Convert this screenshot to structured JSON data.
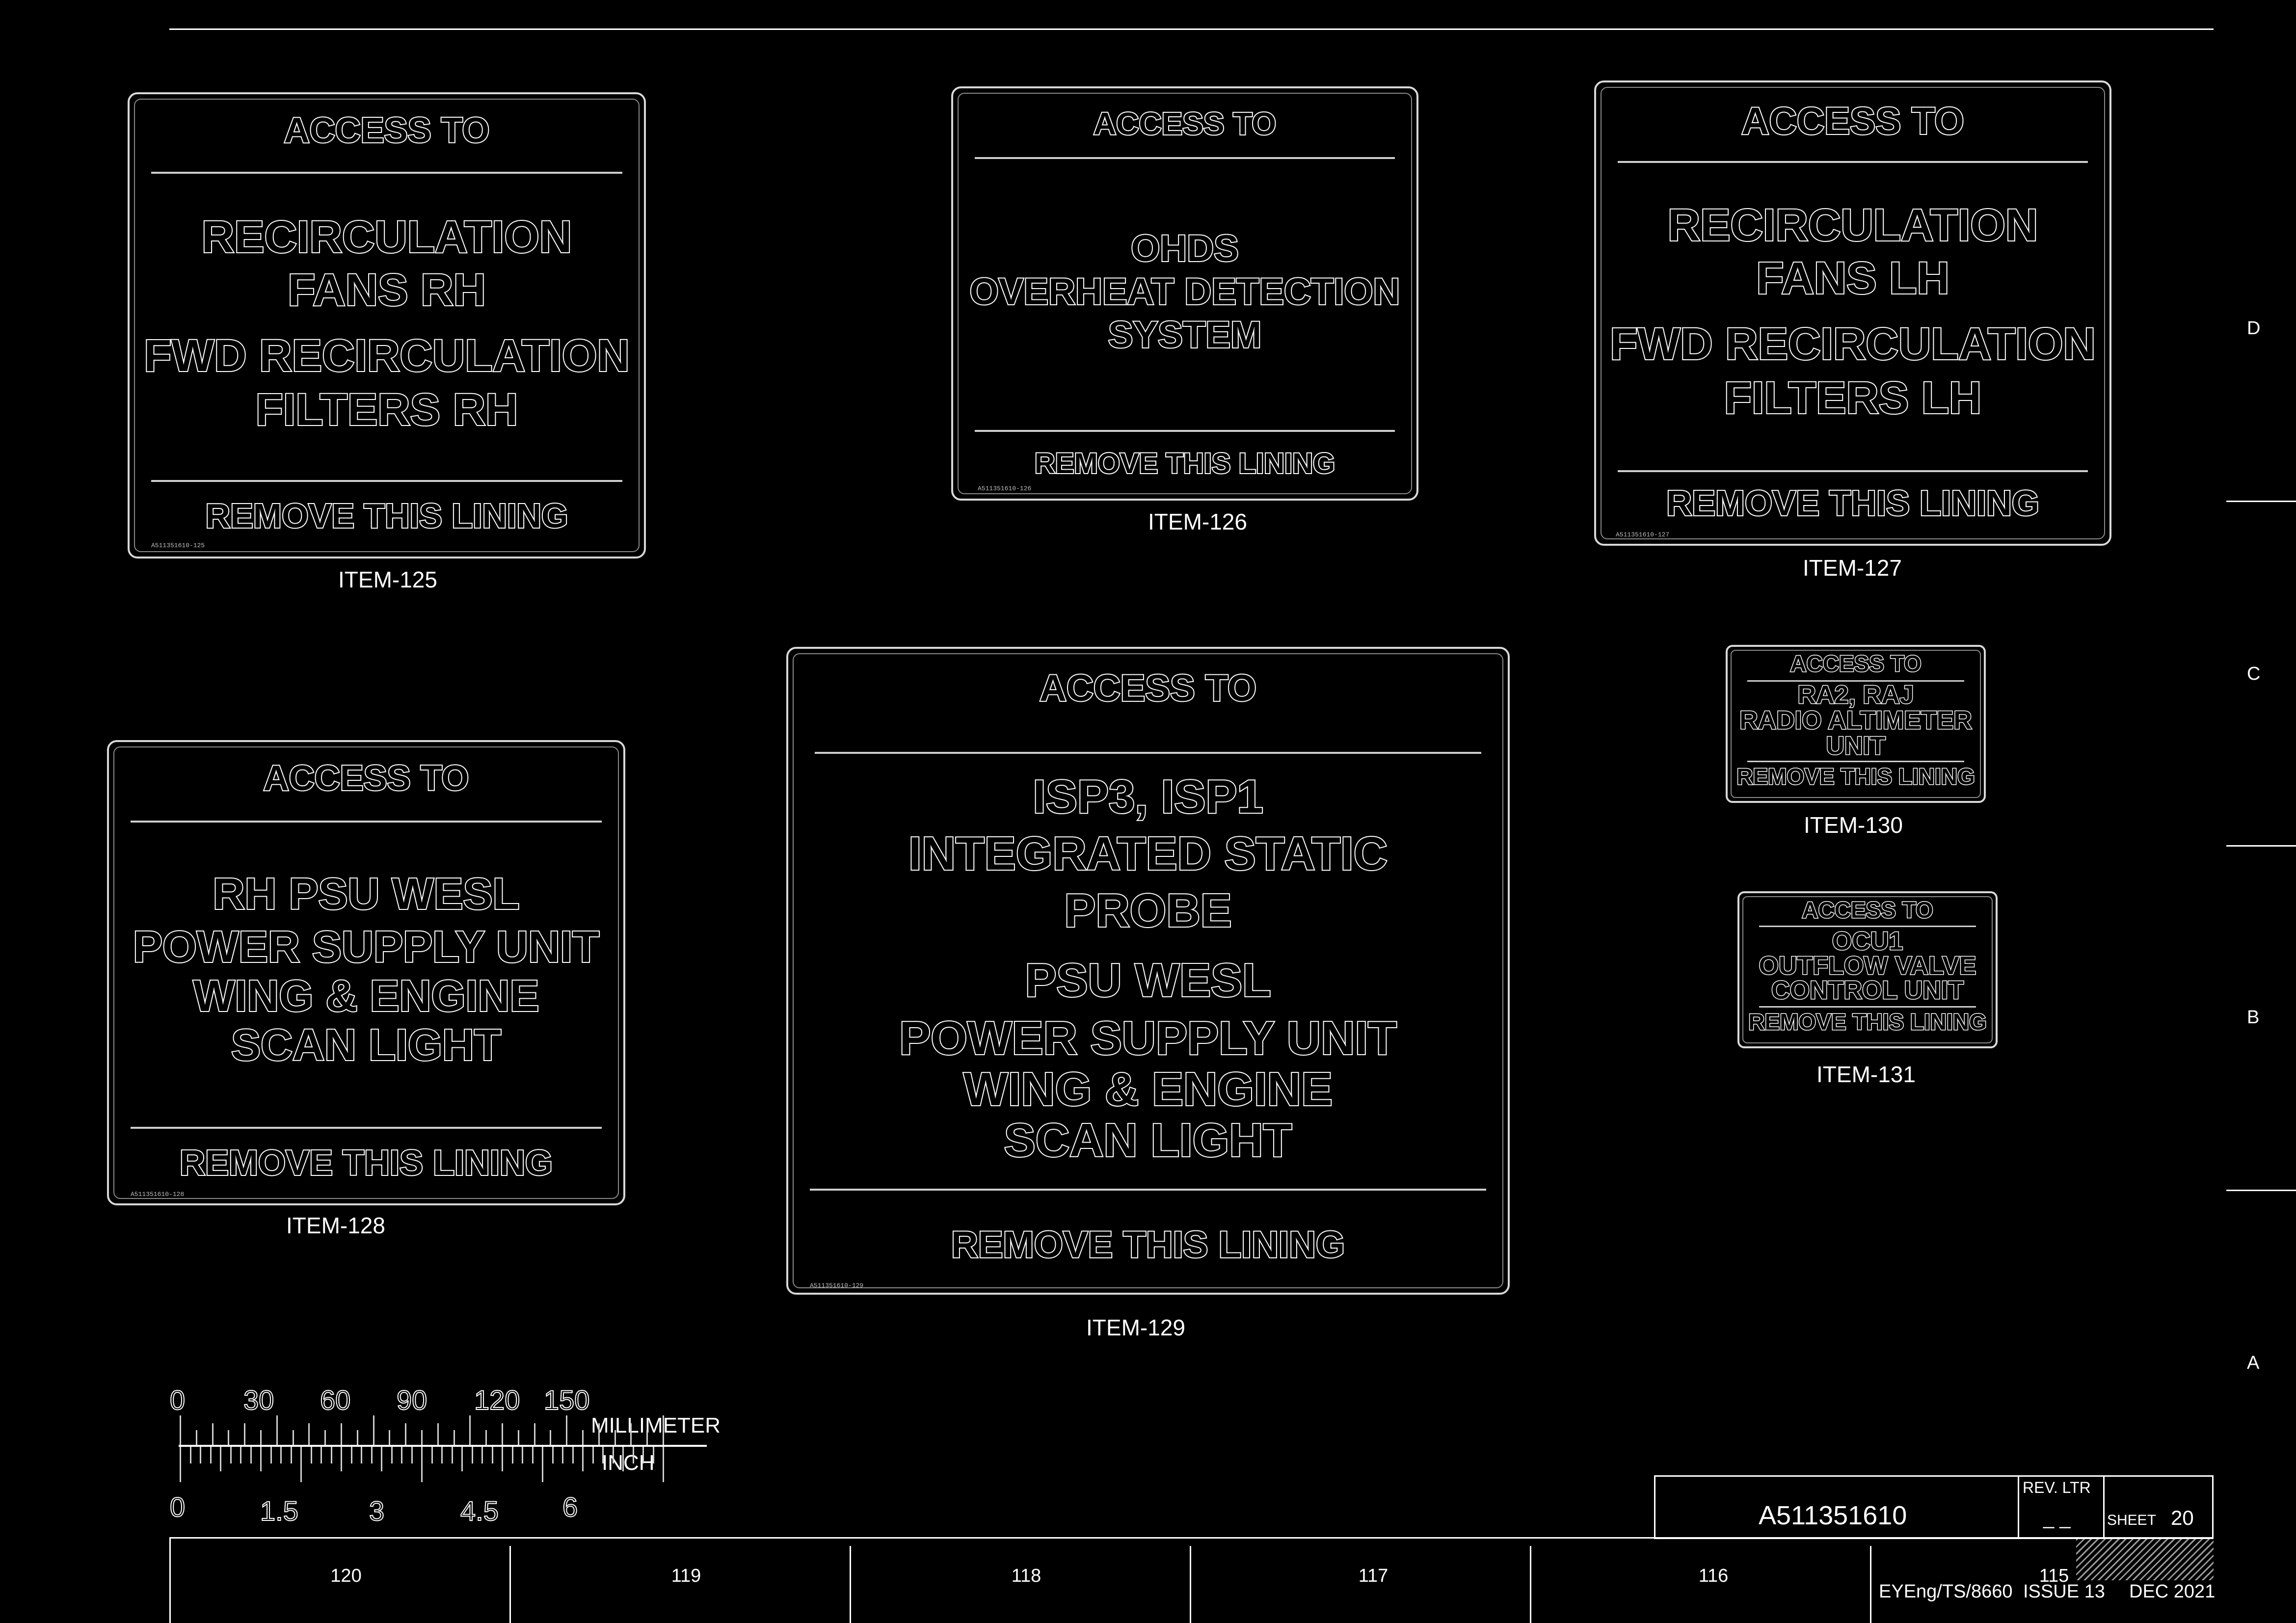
{
  "placards": {
    "item125": {
      "header": "ACCESS TO",
      "lines": [
        "RECIRCULATION",
        "FANS RH",
        "FWD RECIRCULATION",
        "FILTERS RH"
      ],
      "footer": "REMOVE THIS LINING",
      "label": "ITEM-125"
    },
    "item126": {
      "header": "ACCESS TO",
      "lines": [
        "OHDS",
        "OVERHEAT DETECTION",
        "SYSTEM"
      ],
      "footer": "REMOVE THIS LINING",
      "label": "ITEM-126"
    },
    "item127": {
      "header": "ACCESS TO",
      "lines": [
        "RECIRCULATION",
        "FANS LH",
        "FWD RECIRCULATION",
        "FILTERS LH"
      ],
      "footer": "REMOVE THIS LINING",
      "label": "ITEM-127"
    },
    "item128": {
      "header": "ACCESS TO",
      "lines": [
        "RH PSU WESL",
        "POWER SUPPLY UNIT",
        "WING & ENGINE",
        "SCAN LIGHT"
      ],
      "footer": "REMOVE THIS LINING",
      "label": "ITEM-128"
    },
    "item129": {
      "header": "ACCESS TO",
      "lines": [
        "ISP3, ISP1",
        "INTEGRATED STATIC",
        "PROBE",
        "PSU WESL",
        "POWER SUPPLY UNIT",
        "WING & ENGINE",
        "SCAN LIGHT"
      ],
      "footer": "REMOVE THIS LINING",
      "label": "ITEM-129"
    },
    "item130": {
      "header": "ACCESS TO",
      "lines": [
        "RA2, RAJ",
        "RADIO ALTIMETER",
        "UNIT"
      ],
      "footer": "REMOVE THIS LINING",
      "label": "ITEM-130"
    },
    "item131": {
      "header": "ACCESS TO",
      "lines": [
        "OCU1",
        "OUTFLOW VALVE",
        "CONTROL UNIT"
      ],
      "footer": "REMOVE THIS LINING",
      "label": "ITEM-131"
    }
  },
  "scale": {
    "mm_labels": [
      "0",
      "30",
      "60",
      "90",
      "120",
      "150"
    ],
    "inch_labels": [
      "0",
      "1.5",
      "3",
      "4.5",
      "6"
    ],
    "mm_unit": "MILLIMETER",
    "inch_unit": "INCH"
  },
  "zones": [
    "D",
    "C",
    "B",
    "A"
  ],
  "columns": [
    "120",
    "119",
    "118",
    "117",
    "116",
    "115"
  ],
  "title_block": {
    "drawing_number": "A511351610",
    "rev_label": "REV. LTR",
    "rev_value": "_ _",
    "sheet_label": "SHEET",
    "sheet_value": "20",
    "doc_ref": "EYEng/TS/8660",
    "issue": "ISSUE 13",
    "date": "DEC 2021"
  }
}
